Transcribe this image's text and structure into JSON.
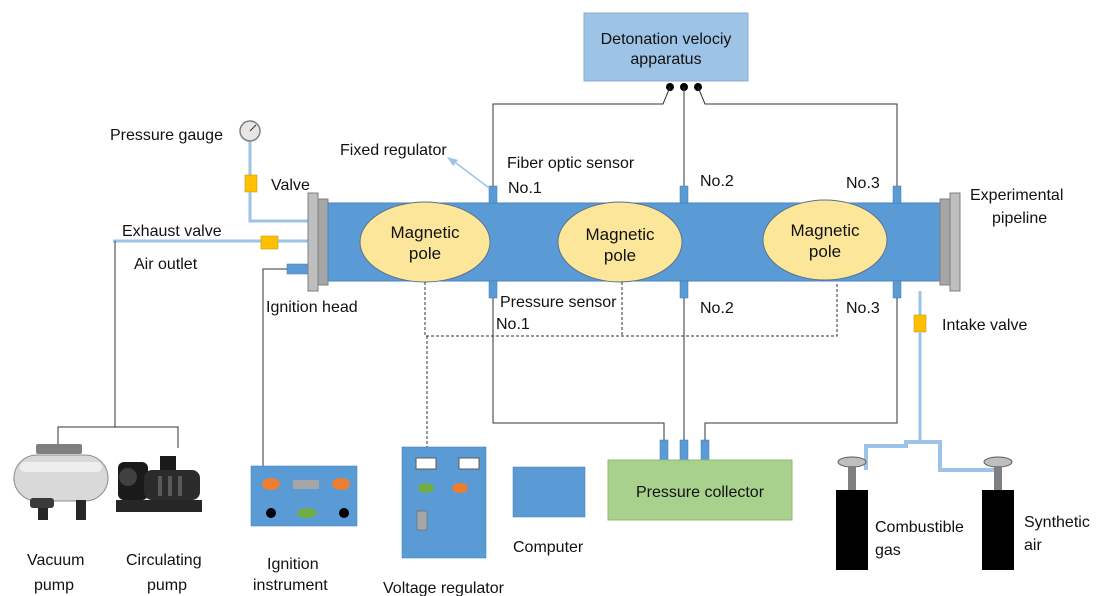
{
  "labels": {
    "detonation_apparatus_line1": "Detonation velociy",
    "detonation_apparatus_line2": "apparatus",
    "pressure_gauge": "Pressure gauge",
    "fixed_regulator": "Fixed regulator",
    "fiber_optic_sensor": "Fiber optic sensor",
    "fiber_no1": "No.1",
    "fiber_no2": "No.2",
    "fiber_no3": "No.3",
    "valve": "Valve",
    "exhaust_valve": "Exhaust valve",
    "air_outlet": "Air outlet",
    "ignition_head": "Ignition head",
    "experimental_pipeline_line1": "Experimental",
    "experimental_pipeline_line2": "pipeline",
    "magnetic_pole_line1": "Magnetic",
    "magnetic_pole_line2": "pole",
    "pressure_sensor": "Pressure sensor",
    "pressure_no1": "No.1",
    "pressure_no2": "No.2",
    "pressure_no3": "No.3",
    "intake_valve": "Intake valve",
    "vacuum_pump_line1": "Vacuum",
    "vacuum_pump_line2": "pump",
    "circulating_pump_line1": "Circulating",
    "circulating_pump_line2": "pump",
    "ignition_instrument_line1": "Ignition",
    "ignition_instrument_line2": "instrument",
    "voltage_regulator": "Voltage regulator",
    "computer": "Computer",
    "pressure_collector": "Pressure collector",
    "combustible_gas_line1": "Combustible",
    "combustible_gas_line2": "gas",
    "synthetic_air_line1": "Synthetic",
    "synthetic_air_line2": "air"
  },
  "colors": {
    "pipeline": "#5b9bd5",
    "pipe_line": "#9dc3e6",
    "box_blue": "#9dc3e6",
    "pole_fill": "#fce699",
    "valve": "#ffc000",
    "collector": "#a9d18e",
    "flange": "#a6a6a6",
    "cylinder": "#000000"
  }
}
